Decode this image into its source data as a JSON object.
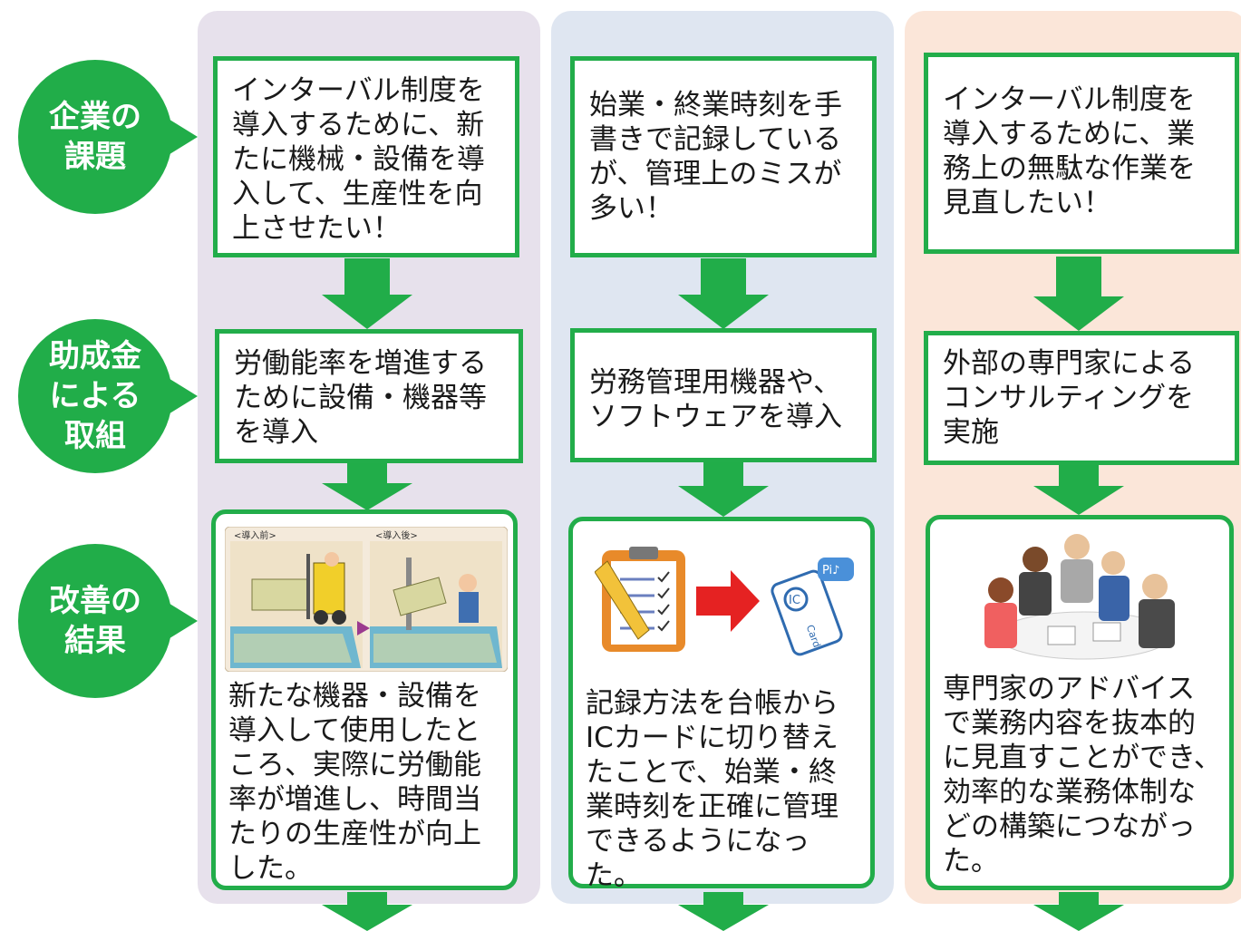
{
  "rows": {
    "issue": [
      "企業の",
      "課題"
    ],
    "action": [
      "助成金",
      "による",
      "取組"
    ],
    "result": [
      "改善の",
      "結果"
    ]
  },
  "columns": [
    {
      "issue": "インターバル制度を\n導入するために、新\nたに機械・設備を導\n入して、生産性を向\n上させたい！",
      "action": "労働能率を増進する\nために設備・機器等\nを導入",
      "result_image_labels": [
        "<導入前>",
        "<導入後>"
      ],
      "result": "新たな機器・設備を\n導入して使用したと\nころ、実際に労働能\n率が増進し、時間当\nたりの生産性が向上\nした。"
    },
    {
      "issue": "始業・終業時刻を手\n書きで記録している\nが、管理上のミスが\n多い！",
      "action": "労務管理用機器や、\nソフトウェアを導入",
      "result_image_labels": [
        "IC",
        "Card",
        "Pi♪"
      ],
      "result": "記録方法を台帳から\nICカードに切り替え\nたことで、始業・終\n業時刻を正確に管理\nできるようになった。"
    },
    {
      "issue": "インターバル制度を\n導入するために、業\n務上の無駄な作業を\n見直したい！",
      "action": "外部の専門家による\nコンサルティングを\n実施",
      "result": "専門家のアドバイス\nで業務内容を抜本的\nに見直すことができ、\n効率的な業務体制な\nどの構築につながっ\nた。"
    }
  ],
  "colors": {
    "green": "#21ad49",
    "col1_bg": "#e7e1ec",
    "col2_bg": "#dfe6f1",
    "col3_bg": "#fbe6d9"
  }
}
